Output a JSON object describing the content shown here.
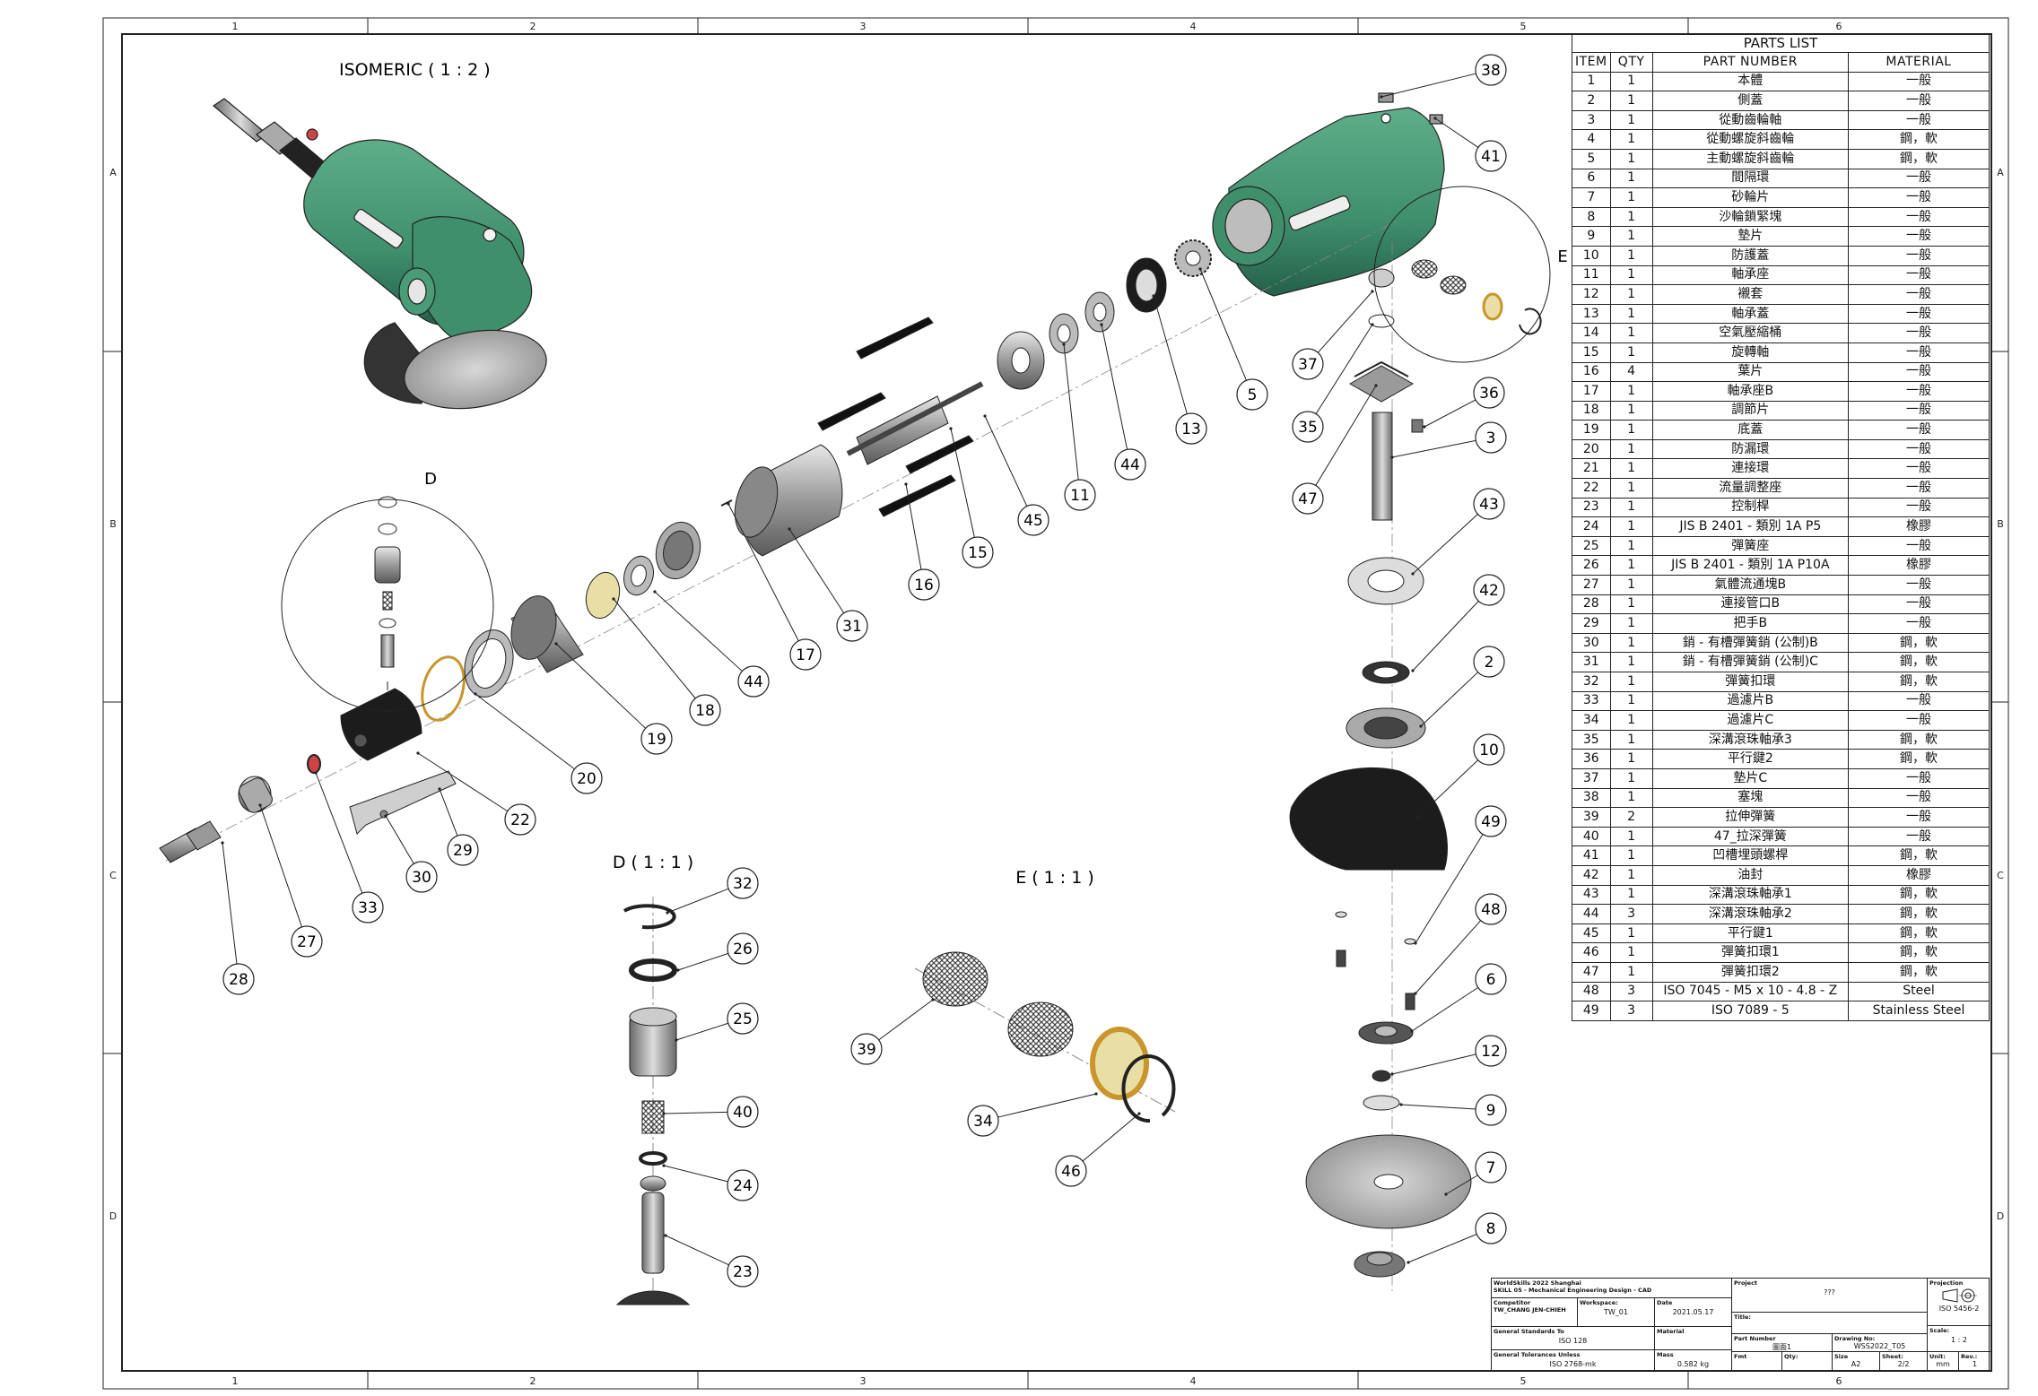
{
  "views": {
    "isometric_label": "ISOMERIC ( 1 : 2 )",
    "detail_d_letter": "D",
    "detail_e_letter": "E",
    "detail_d_label": "D ( 1 : 1 )",
    "detail_e_label": "E ( 1 : 1 )"
  },
  "frame": {
    "columns": [
      "1",
      "2",
      "3",
      "4",
      "5",
      "6"
    ],
    "rows": [
      "A",
      "B",
      "C",
      "D"
    ]
  },
  "balloons": [
    "38",
    "41",
    "5",
    "13",
    "44",
    "11",
    "45",
    "15",
    "16",
    "31",
    "17",
    "44",
    "18",
    "19",
    "20",
    "22",
    "29",
    "30",
    "33",
    "27",
    "28",
    "37",
    "35",
    "47",
    "36",
    "3",
    "43",
    "42",
    "2",
    "10",
    "49",
    "48",
    "6",
    "12",
    "9",
    "7",
    "8",
    "32",
    "26",
    "25",
    "40",
    "24",
    "23",
    "39",
    "34",
    "46"
  ],
  "parts_list": {
    "title": "PARTS LIST",
    "headers": [
      "ITEM",
      "QTY",
      "PART NUMBER",
      "MATERIAL"
    ],
    "rows": [
      [
        "1",
        "1",
        "本體",
        "一般"
      ],
      [
        "2",
        "1",
        "側蓋",
        "一般"
      ],
      [
        "3",
        "1",
        "從動齒輪軸",
        "一般"
      ],
      [
        "4",
        "1",
        "從動螺旋斜齒輪",
        "鋼，軟"
      ],
      [
        "5",
        "1",
        "主動螺旋斜齒輪",
        "鋼，軟"
      ],
      [
        "6",
        "1",
        "間隔環",
        "一般"
      ],
      [
        "7",
        "1",
        "砂輪片",
        "一般"
      ],
      [
        "8",
        "1",
        "沙輪鎖緊塊",
        "一般"
      ],
      [
        "9",
        "1",
        "墊片",
        "一般"
      ],
      [
        "10",
        "1",
        "防護蓋",
        "一般"
      ],
      [
        "11",
        "1",
        "軸承座",
        "一般"
      ],
      [
        "12",
        "1",
        "襯套",
        "一般"
      ],
      [
        "13",
        "1",
        "軸承蓋",
        "一般"
      ],
      [
        "14",
        "1",
        "空氣壓縮桶",
        "一般"
      ],
      [
        "15",
        "1",
        "旋轉軸",
        "一般"
      ],
      [
        "16",
        "4",
        "葉片",
        "一般"
      ],
      [
        "17",
        "1",
        "軸承座B",
        "一般"
      ],
      [
        "18",
        "1",
        "調節片",
        "一般"
      ],
      [
        "19",
        "1",
        "底蓋",
        "一般"
      ],
      [
        "20",
        "1",
        "防漏環",
        "一般"
      ],
      [
        "21",
        "1",
        "連接環",
        "一般"
      ],
      [
        "22",
        "1",
        "流量調整座",
        "一般"
      ],
      [
        "23",
        "1",
        "控制桿",
        "一般"
      ],
      [
        "24",
        "1",
        "JIS B 2401 - 類別 1A P5",
        "橡膠"
      ],
      [
        "25",
        "1",
        "彈簧座",
        "一般"
      ],
      [
        "26",
        "1",
        "JIS B 2401 - 類別 1A P10A",
        "橡膠"
      ],
      [
        "27",
        "1",
        "氣體流通塊B",
        "一般"
      ],
      [
        "28",
        "1",
        "連接管口B",
        "一般"
      ],
      [
        "29",
        "1",
        "把手B",
        "一般"
      ],
      [
        "30",
        "1",
        "銷 - 有槽彈簧銷 (公制)B",
        "鋼，軟"
      ],
      [
        "31",
        "1",
        "銷 - 有槽彈簧銷 (公制)C",
        "鋼，軟"
      ],
      [
        "32",
        "1",
        "彈簧扣環",
        "鋼，軟"
      ],
      [
        "33",
        "1",
        "過濾片B",
        "一般"
      ],
      [
        "34",
        "1",
        "過濾片C",
        "一般"
      ],
      [
        "35",
        "1",
        "深溝滾珠軸承3",
        "鋼，軟"
      ],
      [
        "36",
        "1",
        "平行鍵2",
        "鋼，軟"
      ],
      [
        "37",
        "1",
        "墊片C",
        "一般"
      ],
      [
        "38",
        "1",
        "塞塊",
        "一般"
      ],
      [
        "39",
        "2",
        "拉伸彈簧",
        "一般"
      ],
      [
        "40",
        "1",
        "47_拉深彈簧",
        "一般"
      ],
      [
        "41",
        "1",
        "凹槽埋頭螺桿",
        "鋼，軟"
      ],
      [
        "42",
        "1",
        "油封",
        "橡膠"
      ],
      [
        "43",
        "1",
        "深溝滾珠軸承1",
        "鋼，軟"
      ],
      [
        "44",
        "3",
        "深溝滾珠軸承2",
        "鋼，軟"
      ],
      [
        "45",
        "1",
        "平行鍵1",
        "鋼，軟"
      ],
      [
        "46",
        "1",
        "彈簧扣環1",
        "鋼，軟"
      ],
      [
        "47",
        "1",
        "彈簧扣環2",
        "鋼，軟"
      ],
      [
        "48",
        "3",
        "ISO 7045 - M5 x 10 - 4.8 - Z",
        "Steel"
      ],
      [
        "49",
        "3",
        "ISO 7089 - 5",
        "Stainless Steel"
      ]
    ]
  },
  "title_block": {
    "org_line1": "WorldSkills 2022 Shanghai",
    "org_line2": "SKILL 05 - Mechanical Engineering Design - CAD",
    "competitor_label": "Competitor",
    "competitor": "TW_CHANG  JEN-CHIEH",
    "workspace_label": "Workspace:",
    "workspace": "TW_01",
    "date_label": "Date",
    "date": "2021.05.17",
    "project_label": "Project",
    "project": "???",
    "title_label": "Title:",
    "title": "",
    "projection_label": "Projection",
    "projection_std": "ISO 5456-2",
    "general_standards_label": "General Standards To",
    "general_standards": "ISO 128",
    "material_label": "Material",
    "material": "",
    "part_number_label": "Part Number",
    "part_number": "圖面1",
    "drawing_no_label": "Drawing No:",
    "drawing_no": "WSS2022_T05",
    "scale_label": "Scale:",
    "scale": "1 : 2",
    "tolerances_label": "General Tolerances Unless",
    "tolerances": "ISO 2768-mk",
    "mass_label": "Mass",
    "mass": "0.582 kg",
    "fmt_label": "Fmt",
    "qty_label": "Qty:",
    "size_label": "Size",
    "size": "A2",
    "sheet_label": "Sheet:",
    "sheet": "2/2",
    "unit_label": "Unit:",
    "unit": "mm",
    "rev_label": "Rev.:",
    "rev": "1"
  },
  "colors": {
    "body_green": "#3f8f6d",
    "body_green_dark": "#2d6b52",
    "line": "#222222",
    "dark_part": "#1a1a1a",
    "metal": "#b8b8b8",
    "filter": "#e9dfa6",
    "gold": "#c8962b"
  }
}
